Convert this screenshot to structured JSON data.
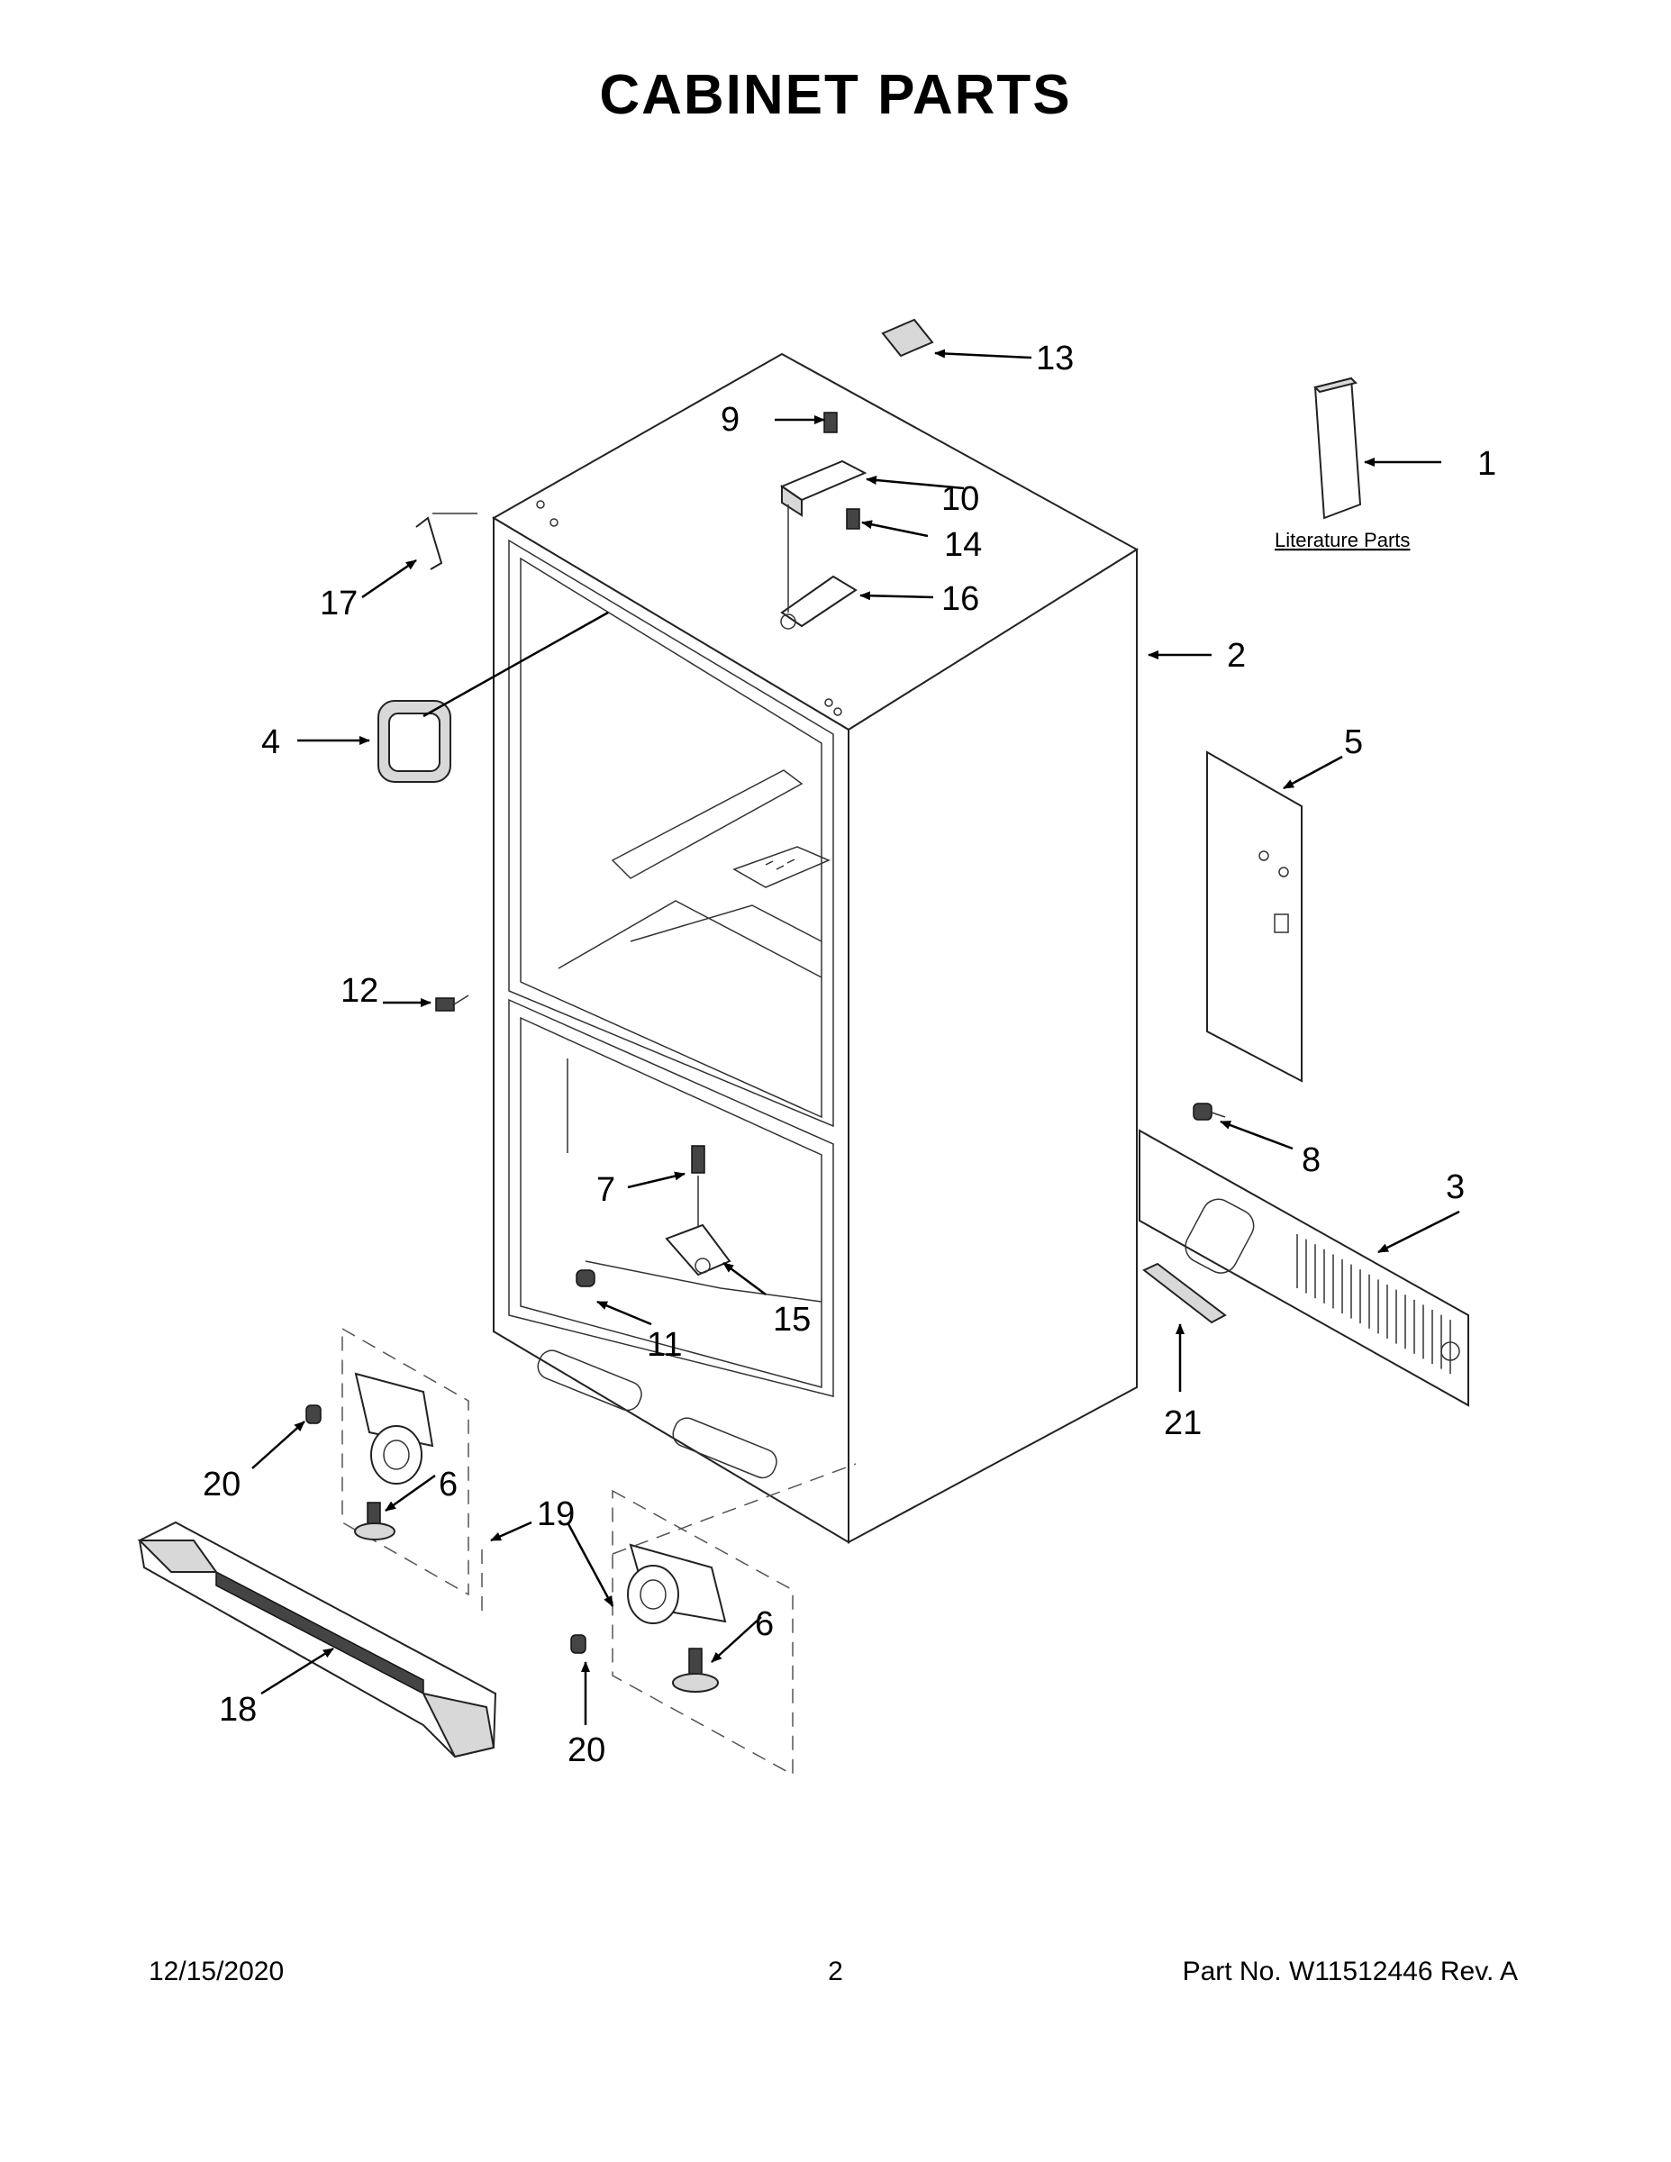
{
  "title": "CABINET PARTS",
  "literature_label": "Literature Parts",
  "callouts": {
    "c1": "1",
    "c2": "2",
    "c3": "3",
    "c4": "4",
    "c5": "5",
    "c6a": "6",
    "c6b": "6",
    "c7": "7",
    "c8": "8",
    "c9": "9",
    "c10": "10",
    "c11": "11",
    "c12": "12",
    "c13": "13",
    "c14": "14",
    "c15": "15",
    "c16": "16",
    "c17": "17",
    "c18": "18",
    "c19": "19",
    "c20a": "20",
    "c20b": "20",
    "c21": "21"
  },
  "footer": {
    "date": "12/15/2020",
    "page": "2",
    "part_no": "Part No.  W11512446  Rev.  A"
  }
}
